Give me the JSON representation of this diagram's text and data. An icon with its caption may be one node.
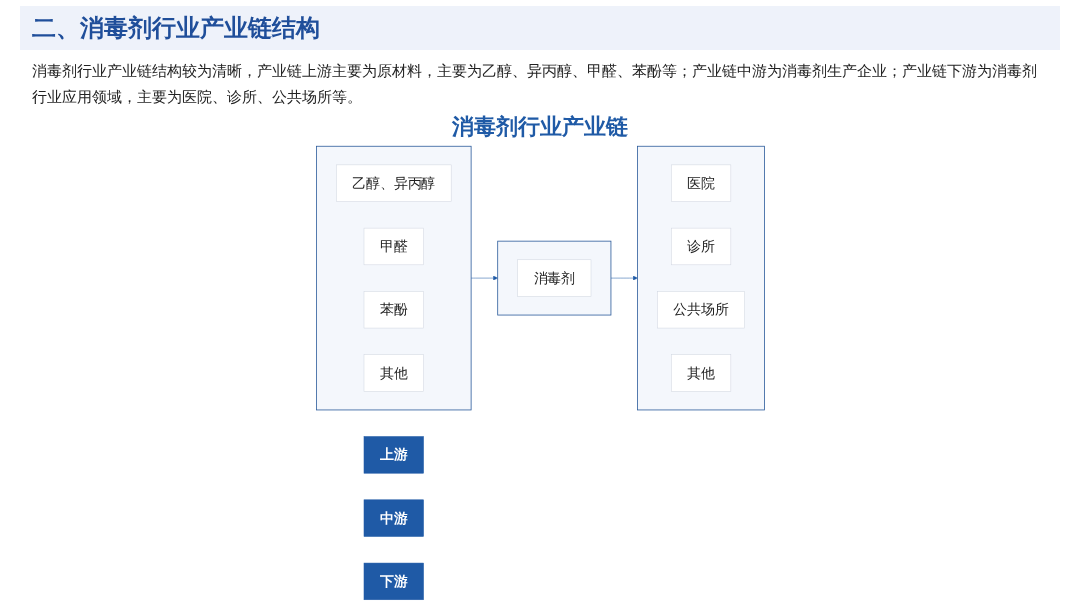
{
  "diagram": {
    "title": "二、消毒剂行业产业链结构",
    "nodes": [
      {
        "text": [
          "上游"
        ]
      },
      {
        "text": [
          "中游"
        ]
      },
      {
        "text": [
          "下游"
        ]
      },
      {
        "text": [],
        "shape": "box"
      },
      {
        "text": [
          "乙醇、异丙醇"
        ],
        "in": 3
      },
      {
        "text": [
          "甲醛"
        ],
        "in": 3
      },
      {
        "text": [
          "苯酚"
        ],
        "in": 3
      },
      {
        "text": [
          "其他"
        ],
        "in": 3
      },
      {
        "text": [],
        "shape": "box"
      },
      {
        "text": [
          "消毒剂"
        ],
        "in": 8
      },
      {
        "text": [],
        "shape": "box"
      },
      {
        "text": [
          "医院"
        ],
        "in": 10
      },
      {
        "text": [
          "诊所"
        ],
        "in": 10
      },
      {
        "text": [
          "公共场所"
        ],
        "in": 10
      },
      {
        "text": [
          "其他"
        ],
        "in": 10
      }
    ],
    "edges": [
      {
        "from": 3,
        "to": 8,
        "arrow": "to"
      },
      {
        "from": 8,
        "to": 10,
        "arrow": "to"
      }
    ],
    "labels": [
      "消毒剂行业产业链结构较为清晰，产业链上游主要为原材料，主要为乙醇、异丙醇、甲醛、苯酚等；产业链中游为消毒剂生产企业；产业链下游为消毒剂行业应用领域，主要为医院、诊所、公共场所等。",
      "消毒剂行业产业链"
    ]
  }
}
